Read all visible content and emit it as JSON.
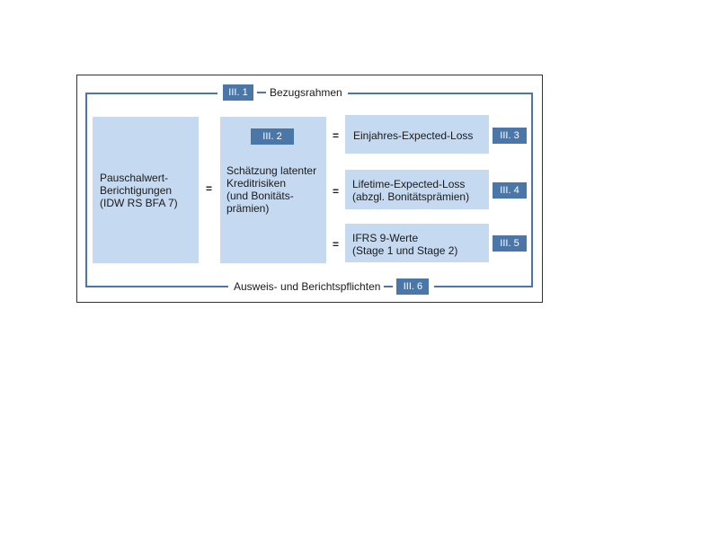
{
  "colors": {
    "accent": "#4a77a8",
    "box_fill": "#c5d9f0"
  },
  "top_section": {
    "ref": "III. 1",
    "label": "Bezugsrahmen"
  },
  "bottom_section": {
    "label": "Ausweis- und Berichtspflichten",
    "ref": "III. 6"
  },
  "left_box": {
    "lines": [
      "Pauschalwert-",
      "Berichtigungen",
      "(IDW RS BFA 7)"
    ]
  },
  "middle_box": {
    "ref": "III. 2",
    "lines": [
      "Schätzung latenter",
      "Kreditrisiken",
      "(und Bonitäts-",
      "prämien)"
    ]
  },
  "equals_sign": "=",
  "results": [
    {
      "lines": [
        "Einjahres-Expected-Loss"
      ],
      "ref": "III. 3"
    },
    {
      "lines": [
        "Lifetime-Expected-Loss",
        "(abzgl. Bonitätsprämien)"
      ],
      "ref": "III. 4"
    },
    {
      "lines": [
        "IFRS 9-Werte",
        "(Stage 1 und Stage 2)"
      ],
      "ref": "III. 5"
    }
  ]
}
